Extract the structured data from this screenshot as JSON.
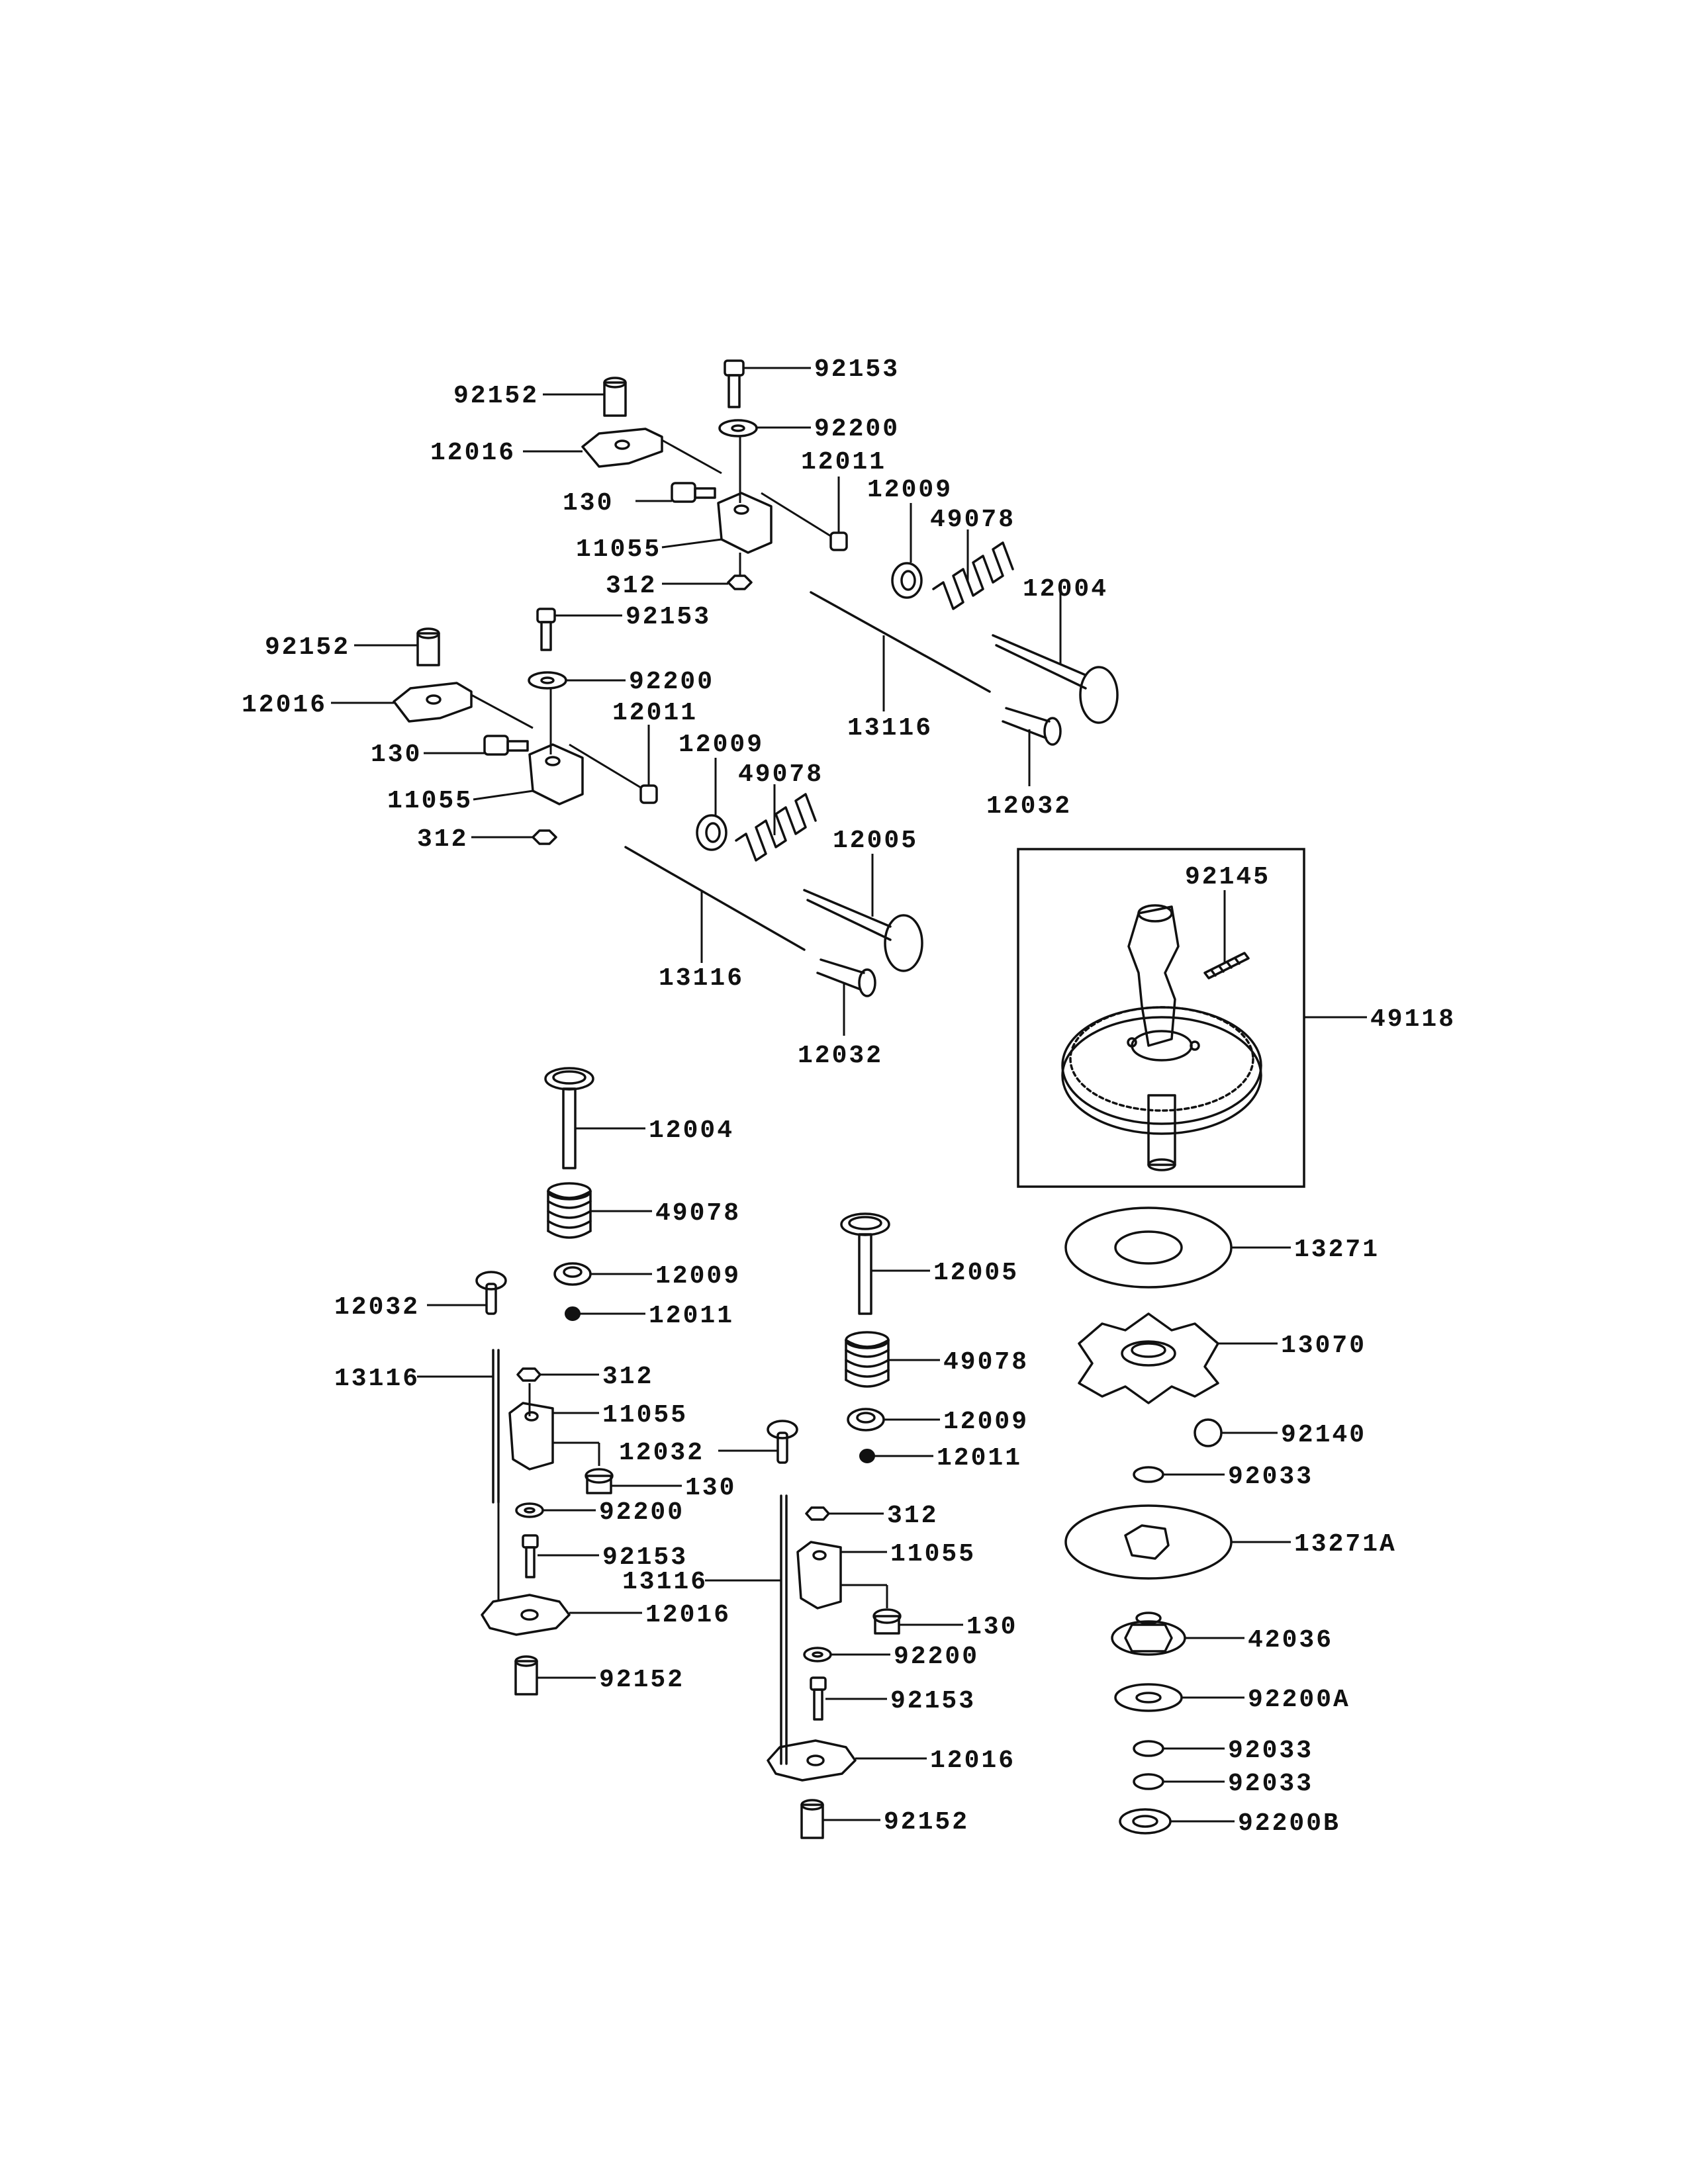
{
  "diagram": {
    "part_labels": [
      {
        "id": "l1",
        "text": "92153"
      },
      {
        "id": "l2",
        "text": "92152"
      },
      {
        "id": "l3",
        "text": "92200"
      },
      {
        "id": "l4",
        "text": "12016"
      },
      {
        "id": "l5",
        "text": "12011"
      },
      {
        "id": "l6",
        "text": "12009"
      },
      {
        "id": "l7",
        "text": "130"
      },
      {
        "id": "l8",
        "text": "49078"
      },
      {
        "id": "l9",
        "text": "11055"
      },
      {
        "id": "l10",
        "text": "312"
      },
      {
        "id": "l11",
        "text": "12004"
      },
      {
        "id": "l12",
        "text": "92153"
      },
      {
        "id": "l13",
        "text": "92152"
      },
      {
        "id": "l14",
        "text": "92200"
      },
      {
        "id": "l15",
        "text": "12016"
      },
      {
        "id": "l16",
        "text": "13116"
      },
      {
        "id": "l17",
        "text": "12011"
      },
      {
        "id": "l18",
        "text": "12009"
      },
      {
        "id": "l19",
        "text": "130"
      },
      {
        "id": "l20",
        "text": "49078"
      },
      {
        "id": "l21",
        "text": "11055"
      },
      {
        "id": "l22",
        "text": "12032"
      },
      {
        "id": "l23",
        "text": "312"
      },
      {
        "id": "l24",
        "text": "12005"
      },
      {
        "id": "l25",
        "text": "92145"
      },
      {
        "id": "l26",
        "text": "13116"
      },
      {
        "id": "l27",
        "text": "49118"
      },
      {
        "id": "l28",
        "text": "12032"
      },
      {
        "id": "l29",
        "text": "12004"
      },
      {
        "id": "l30",
        "text": "49078"
      },
      {
        "id": "l31",
        "text": "12005"
      },
      {
        "id": "l32",
        "text": "13271"
      },
      {
        "id": "l33",
        "text": "12009"
      },
      {
        "id": "l34",
        "text": "12032"
      },
      {
        "id": "l35",
        "text": "12011"
      },
      {
        "id": "l36",
        "text": "49078"
      },
      {
        "id": "l37",
        "text": "13070"
      },
      {
        "id": "l38",
        "text": "13116"
      },
      {
        "id": "l39",
        "text": "312"
      },
      {
        "id": "l40",
        "text": "11055"
      },
      {
        "id": "l41",
        "text": "12009"
      },
      {
        "id": "l42",
        "text": "92140"
      },
      {
        "id": "l43",
        "text": "12032"
      },
      {
        "id": "l44",
        "text": "130"
      },
      {
        "id": "l45",
        "text": "12011"
      },
      {
        "id": "l46",
        "text": "92033"
      },
      {
        "id": "l47",
        "text": "92200"
      },
      {
        "id": "l48",
        "text": "312"
      },
      {
        "id": "l49",
        "text": "13271A"
      },
      {
        "id": "l50",
        "text": "92153"
      },
      {
        "id": "l51",
        "text": "11055"
      },
      {
        "id": "l52",
        "text": "13116"
      },
      {
        "id": "l53",
        "text": "12016"
      },
      {
        "id": "l54",
        "text": "130"
      },
      {
        "id": "l55",
        "text": "42036"
      },
      {
        "id": "l56",
        "text": "92152"
      },
      {
        "id": "l57",
        "text": "92200"
      },
      {
        "id": "l58",
        "text": "92200A"
      },
      {
        "id": "l59",
        "text": "92153"
      },
      {
        "id": "l60",
        "text": "92033"
      },
      {
        "id": "l61",
        "text": "12016"
      },
      {
        "id": "l62",
        "text": "92033"
      },
      {
        "id": "l63",
        "text": "92152"
      },
      {
        "id": "l64",
        "text": "92200B"
      }
    ]
  }
}
